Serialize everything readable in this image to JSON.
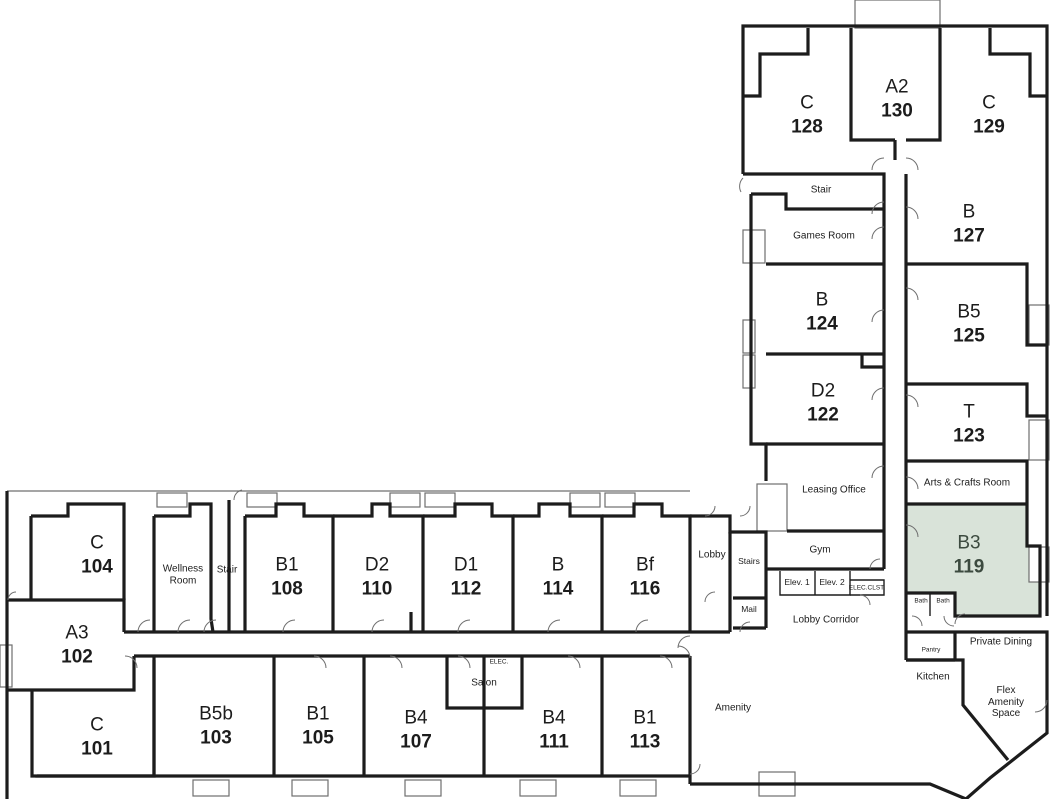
{
  "highlight_color": "#d9e3d9",
  "units": [
    {
      "id": "u128",
      "type": "C",
      "number": "128"
    },
    {
      "id": "u130",
      "type": "A2",
      "number": "130"
    },
    {
      "id": "u129",
      "type": "C",
      "number": "129"
    },
    {
      "id": "u127",
      "type": "B",
      "number": "127"
    },
    {
      "id": "u124",
      "type": "B",
      "number": "124"
    },
    {
      "id": "u125",
      "type": "B5",
      "number": "125"
    },
    {
      "id": "u122",
      "type": "D2",
      "number": "122"
    },
    {
      "id": "u123",
      "type": "T",
      "number": "123"
    },
    {
      "id": "u119",
      "type": "B3",
      "number": "119",
      "highlighted": true
    },
    {
      "id": "u104",
      "type": "C",
      "number": "104"
    },
    {
      "id": "u108",
      "type": "B1",
      "number": "108"
    },
    {
      "id": "u110",
      "type": "D2",
      "number": "110"
    },
    {
      "id": "u112",
      "type": "D1",
      "number": "112"
    },
    {
      "id": "u114",
      "type": "B",
      "number": "114"
    },
    {
      "id": "u116",
      "type": "Bf",
      "number": "116"
    },
    {
      "id": "u102",
      "type": "A3",
      "number": "102"
    },
    {
      "id": "u101",
      "type": "C",
      "number": "101"
    },
    {
      "id": "u103",
      "type": "B5b",
      "number": "103"
    },
    {
      "id": "u105",
      "type": "B1",
      "number": "105"
    },
    {
      "id": "u107",
      "type": "B4",
      "number": "107"
    },
    {
      "id": "u111",
      "type": "B4",
      "number": "111"
    },
    {
      "id": "u113",
      "type": "B1",
      "number": "113"
    }
  ],
  "rooms": {
    "stair_north": "Stair",
    "games_room": "Games Room",
    "leasing_office": "Leasing Office",
    "arts_crafts": "Arts & Crafts Room",
    "gym": "Gym",
    "lobby": "Lobby",
    "stairs": "Stairs",
    "elev1": "Elev. 1",
    "elev2": "Elev. 2",
    "elec_clst": "ELEC.CLST.",
    "mail": "Mail",
    "lobby_corridor": "Lobby Corridor",
    "wellness_room": "Wellness Room",
    "stair_west": "Stair",
    "salon": "Salon",
    "elec_small": "ELEC.",
    "amenity": "Amenity",
    "bath1": "Bath",
    "bath2": "Bath",
    "pantry": "Pantry",
    "private_dining": "Private Dining",
    "kitchen": "Kitchen",
    "flex_amenity": "Flex Amenity Space"
  }
}
